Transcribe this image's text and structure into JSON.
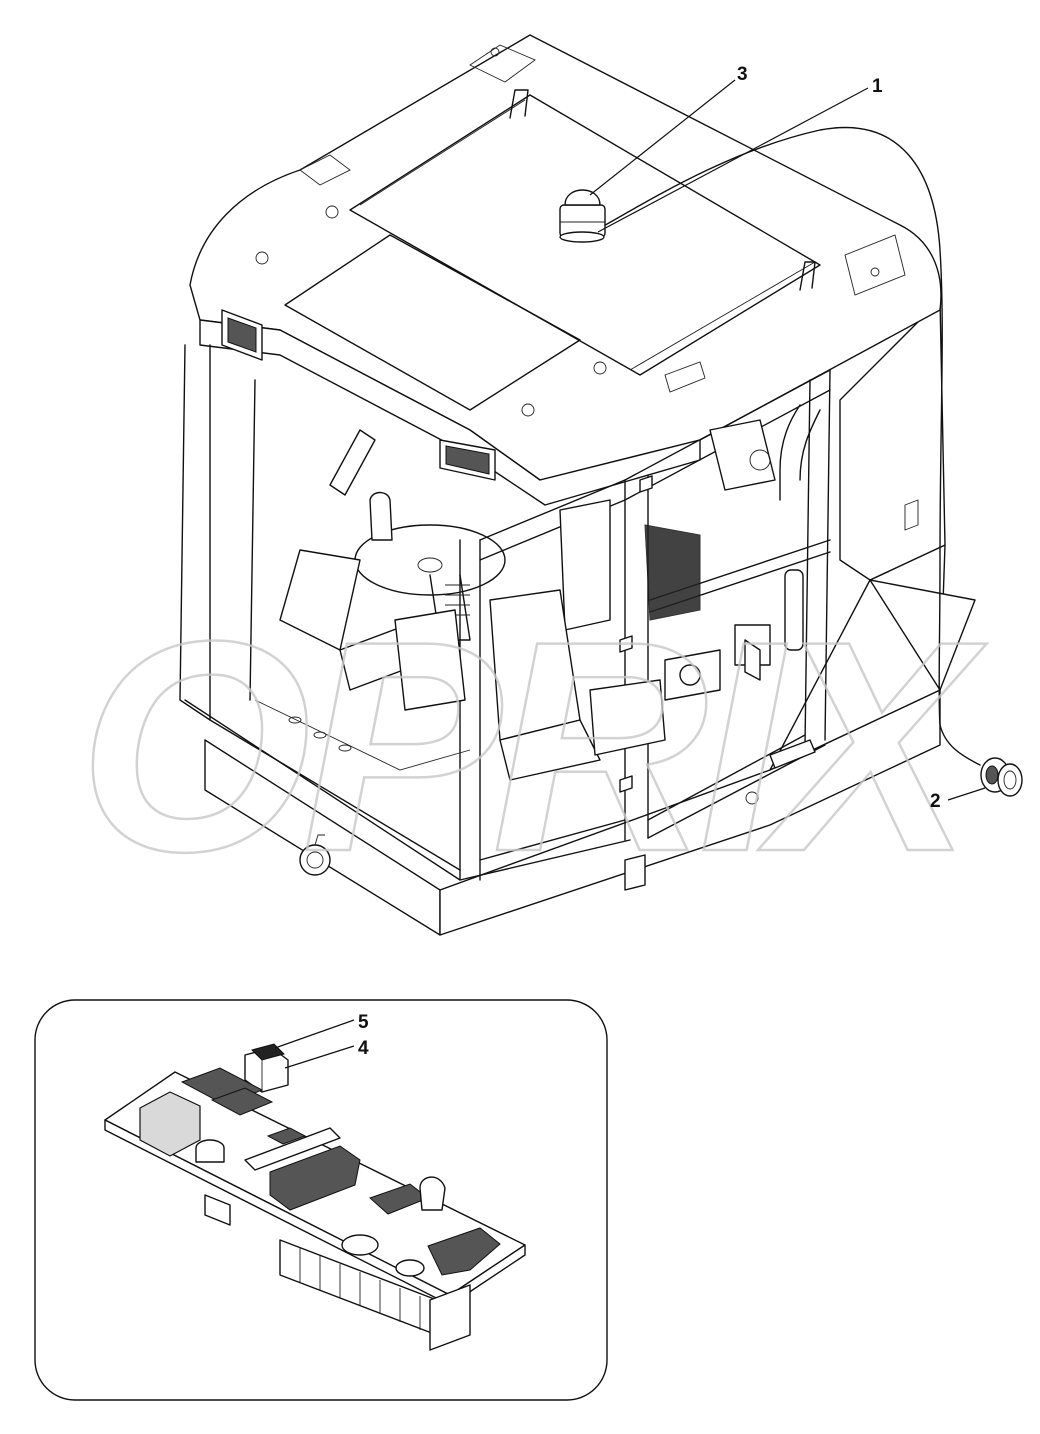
{
  "callouts": [
    {
      "id": "1",
      "label": "1"
    },
    {
      "id": "2",
      "label": "2"
    },
    {
      "id": "3",
      "label": "3"
    },
    {
      "id": "4",
      "label": "4"
    },
    {
      "id": "5",
      "label": "5"
    }
  ],
  "watermark": {
    "text": "OPRIX"
  }
}
